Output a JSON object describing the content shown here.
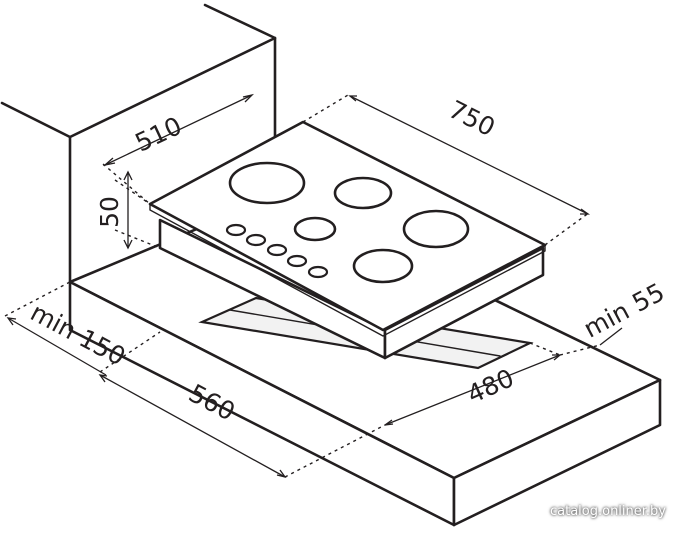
{
  "dimensions": {
    "cabinet_depth": "510",
    "hob_width": "750",
    "hob_height": "50",
    "min_front": "min 150",
    "min_back": "min 55",
    "cutout_width": "560",
    "cutout_depth": "480"
  },
  "watermark": "catalog.onliner.by",
  "colors": {
    "line": "#231f20",
    "background": "#ffffff"
  }
}
